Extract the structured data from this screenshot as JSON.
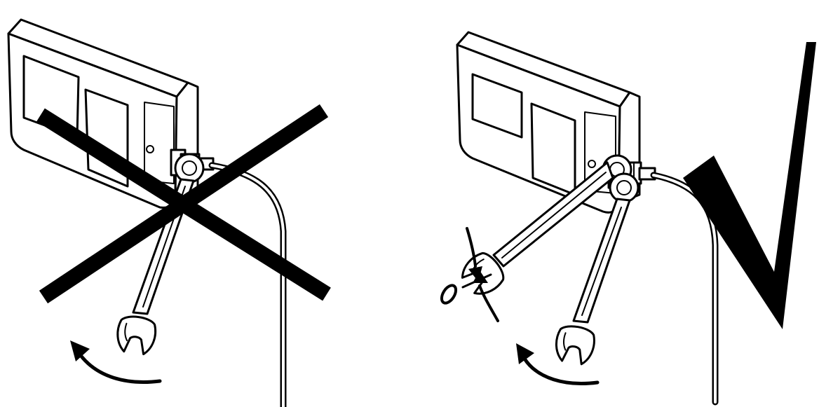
{
  "panels": [
    {
      "id": "incorrect",
      "verdict": "incorrect",
      "verdict_icon": "cross-mark-icon",
      "tools": [
        "wrench-icon"
      ],
      "rotation_icon": "curved-arrow-counterclockwise-icon"
    },
    {
      "id": "correct",
      "verdict": "correct",
      "verdict_icon": "check-mark-icon",
      "tools": [
        "wrench-icon",
        "wrench-icon"
      ],
      "rotation_icon": "curved-arrow-counterclockwise-icon",
      "counter_hold_icon": "counter-hold-arrows-icon",
      "zero_mark": "0"
    }
  ],
  "colors": {
    "ink": "#000000",
    "background": "#ffffff"
  }
}
